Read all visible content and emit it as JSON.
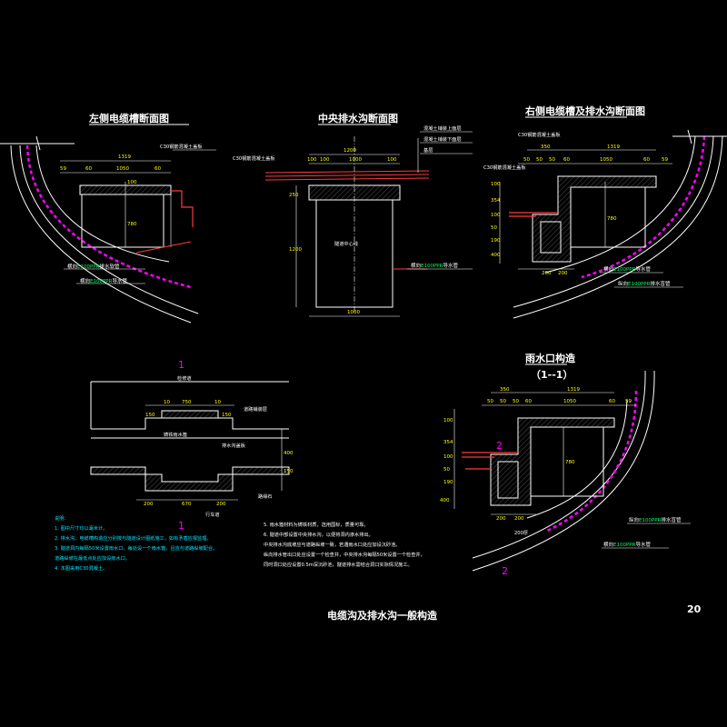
{
  "titles": {
    "left_section": "左侧电缆槽断面图",
    "center_section": "中央排水沟断面图",
    "right_section": "右侧电缆槽及排水沟断面图",
    "rain_inlet": "雨水口构造",
    "rain_inlet_sub": "（1--1）",
    "main": "电缆沟及排水沟一般构造"
  },
  "section_marks": {
    "mark_1": "1",
    "mark_2": "2"
  },
  "sheet_number": "20",
  "left": {
    "dims": [
      "1319",
      "59",
      "60",
      "1050",
      "60",
      "100",
      "780"
    ],
    "labels": {
      "cover": "C30钢筋混凝土盖板",
      "pipe_a_pre": "横向",
      "pipe_a_code": "E100PPR",
      "pipe_a_post": "排水软管",
      "pipe_b_pre": "横向",
      "pipe_b_code": "E100PPR",
      "pipe_b_post": "导水管"
    }
  },
  "center": {
    "dims": [
      "1200",
      "100",
      "100",
      "1000",
      "100",
      "250",
      "1200",
      "1000"
    ],
    "labels": {
      "cover": "C30钢筋混凝土盖板",
      "centerline": "隧道中心线",
      "layer1": "混凝土铺装上面层",
      "layer2": "混凝土铺装下面层",
      "layer3": "基层",
      "pipe_pre": "横向",
      "pipe_code": "E100PPR",
      "pipe_post": "导水管"
    }
  },
  "right": {
    "dims": [
      "350",
      "1319",
      "50",
      "50",
      "50",
      "60",
      "1050",
      "60",
      "59",
      "100",
      "354",
      "100",
      "50",
      "190",
      "400",
      "780",
      "200",
      "200"
    ],
    "labels": {
      "cover": "C30钢筋混凝土盖板",
      "cover2": "C30钢筋混凝土盖板",
      "pipe_a_pre": "横向",
      "pipe_a_code": "E100PPR",
      "pipe_a_post": "导水管",
      "pipe_b_pre": "纵向",
      "pipe_b_code": "E100PPR",
      "pipe_b_post": "排水盲管"
    }
  },
  "plan": {
    "labels": {
      "top": "检修道",
      "road_edge": "道路铺装层",
      "grate": "铸铁雨水篦",
      "drain": "排水沟盖板",
      "bottom": "路缘石",
      "width": "行车道"
    },
    "dims": [
      "10",
      "750",
      "10",
      "150",
      "150",
      "200",
      "670",
      "200",
      "400",
      "150"
    ]
  },
  "inlet": {
    "dims": [
      "350",
      "1319",
      "50",
      "50",
      "50",
      "60",
      "1050",
      "60",
      "59",
      "100",
      "354",
      "100",
      "50",
      "190",
      "400",
      "780",
      "200",
      "200"
    ],
    "labels": {
      "pipe_a_pre": "纵向",
      "pipe_a_code": "E100PPR",
      "pipe_a_post": "排水盲管",
      "pipe_b_pre": "横向",
      "pipe_b_code": "E100PPR",
      "pipe_b_post": "导水管",
      "bottom": "200厚"
    }
  },
  "notes_left": {
    "heading": "说明：",
    "items": [
      "1. 图中尺寸均以毫米计。",
      "2. 排水沟、电缆槽构造应分别按与隧道设计图纸施工，如有矛盾应报监理。",
      "3. 隧道洞内每隔50米设置雨水口，每处设一个雨水篦，且应与道路纵坡配合。",
      "   道路纵坡在最低点处应加设雨水口。",
      "4. 本图采用C30混凝土。"
    ]
  },
  "notes_right": {
    "items": [
      "5. 雨水篦材料为铸铁材质，选用国标，质量可靠。",
      "6. 隧道中部设置中央排水沟，以便将洞内渗水排出。",
      "   中央排水沟底坡应与道路纵坡一致，若遇雨水口处应加设沉砂池。",
      "   纵向排水管出口处应设置一个检查井，中央排水沟每隔50米设置一个检查井，",
      "   同时洞口处应设置0.5m深沉砂池，隧道排水需结合洞口实际情况施工。"
    ]
  },
  "colors": {
    "background": "#000000",
    "lines": "#ffffff",
    "dimension_text": "#ffff00",
    "notes": "#00e5ff",
    "pipe_code": "#00ff66",
    "pipe_red": "#ff3b3b",
    "magenta": "#ff00ff"
  }
}
